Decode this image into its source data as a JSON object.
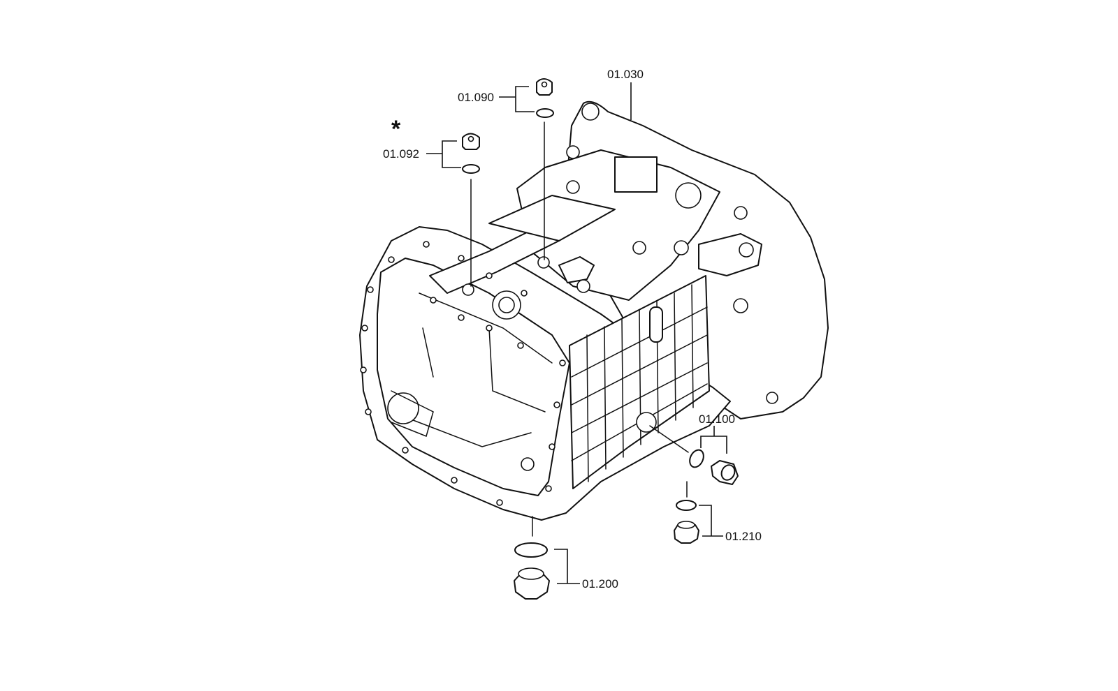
{
  "diagram": {
    "callouts": [
      {
        "id": "01.030",
        "label": "01.030"
      },
      {
        "id": "01.090",
        "label": "01.090"
      },
      {
        "id": "01.092",
        "label": "01.092",
        "marker": "*"
      },
      {
        "id": "01.100",
        "label": "01.100"
      },
      {
        "id": "01.200",
        "label": "01.200"
      },
      {
        "id": "01.210",
        "label": "01.210"
      }
    ]
  }
}
